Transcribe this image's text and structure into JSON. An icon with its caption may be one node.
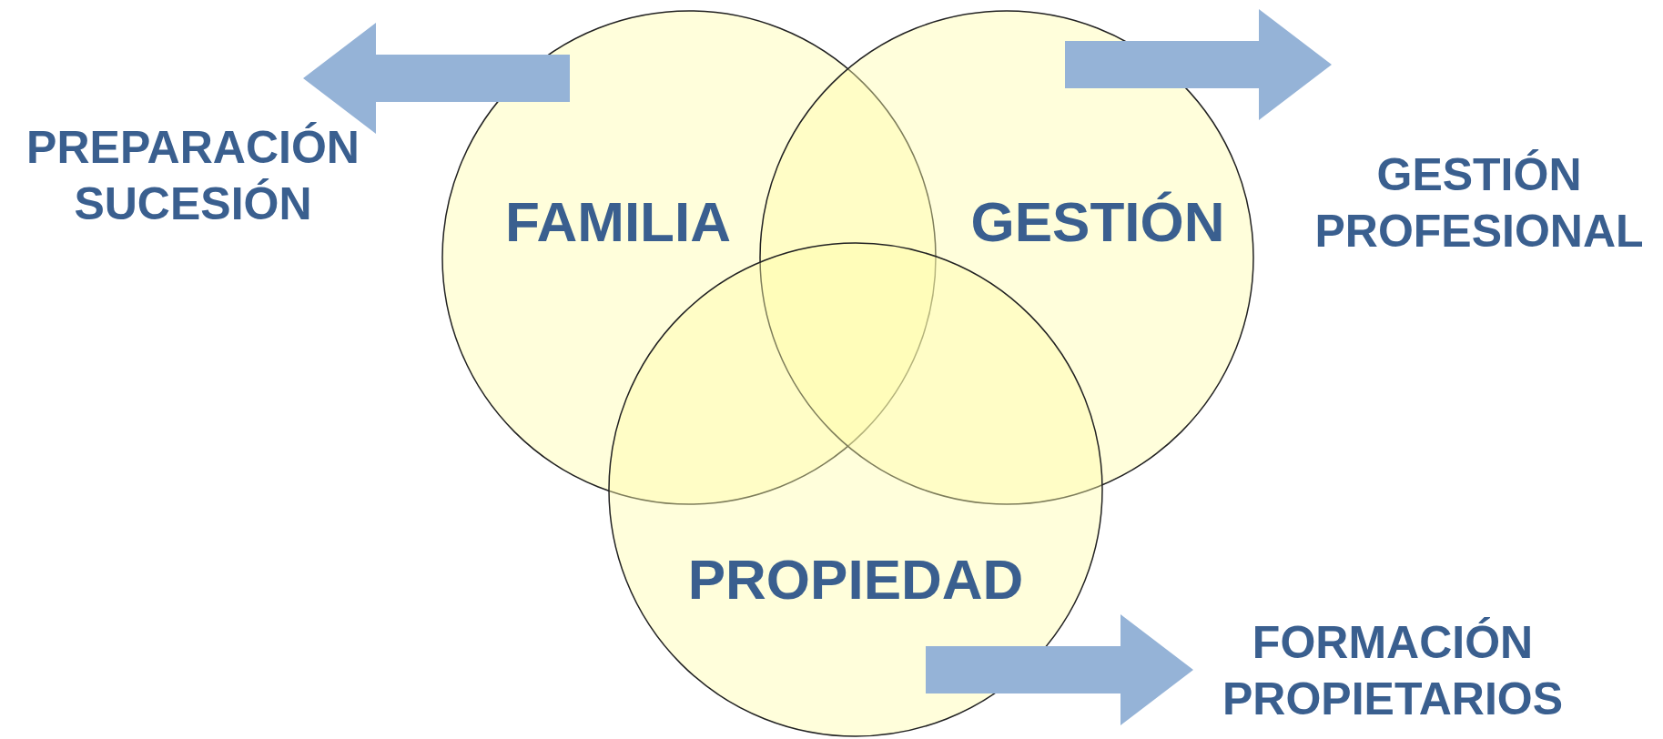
{
  "diagram": {
    "nodes": [
      {
        "text": [
          "FAMILIA"
        ]
      },
      {
        "text": [
          "GESTIÓN"
        ]
      },
      {
        "text": [
          "PROPIEDAD"
        ]
      },
      {
        "text": [
          "PREPARACIÓN SUCESIÓN"
        ]
      },
      {
        "text": [
          "GESTIÓN PROFESIONAL"
        ]
      },
      {
        "text": [
          "FORMACIÓN PROPIETARIOS"
        ]
      }
    ],
    "edges": [
      {
        "from": 0,
        "to": 3,
        "arrow": "to"
      },
      {
        "from": 1,
        "to": 4,
        "arrow": "to"
      },
      {
        "from": 2,
        "to": 5,
        "arrow": "to"
      }
    ]
  }
}
